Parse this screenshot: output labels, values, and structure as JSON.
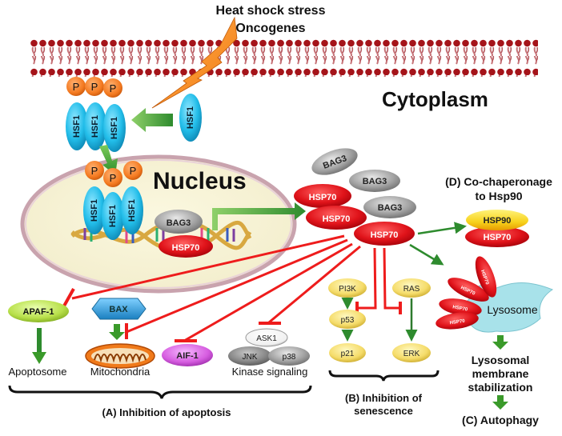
{
  "stimulus": {
    "line1": "Heat shock stress",
    "line2": "Oncogenes"
  },
  "compartments": {
    "cytoplasm": "Cytoplasm",
    "nucleus": "Nucleus"
  },
  "proteins": {
    "hsf1": "HSF1",
    "phospho": "P",
    "bag3": "BAG3",
    "hsp70": "HSP70",
    "hsp90": "HSP90",
    "apaf1": "APAF-1",
    "bax": "BAX",
    "aif1": "AIF-1",
    "ask1": "ASK1",
    "jnk": "JNK",
    "p38": "p38",
    "pi3k": "PI3K",
    "p53": "p53",
    "p21": "p21",
    "ras": "RAS",
    "erk": "ERK"
  },
  "targets": {
    "apoptosome": "Apoptosome",
    "mitochondria": "Mitochondria",
    "kinase": "Kinase signaling",
    "lysosome": "Lysosome",
    "lysosomal_line1": "Lysosomal",
    "lysosomal_line2": "membrane",
    "lysosomal_line3": "stabilization"
  },
  "sections": {
    "A": "(A) Inhibition of apoptosis",
    "B_line1": "(B) Inhibition of",
    "B_line2": "senescence",
    "C": "(C) Autophagy",
    "D_line1": "(D) Co-chaperonage",
    "D_line2": "to Hsp90"
  },
  "colors": {
    "hsf1": "#29c4ee",
    "phospho": "#f47a20",
    "hsp70": "#e0131a",
    "bag3": "#8c8c8c",
    "hsp90": "#f7d21c",
    "activation": "#2e8b2e",
    "inhibition": "#ee1c1c",
    "membrane": "#a5141a",
    "lysosome": "#a8e2ea",
    "apaf1": "#b8e04a",
    "aif1": "#d65de0",
    "bax": "#2b9ad6",
    "senescence": "#f5dc6a"
  }
}
